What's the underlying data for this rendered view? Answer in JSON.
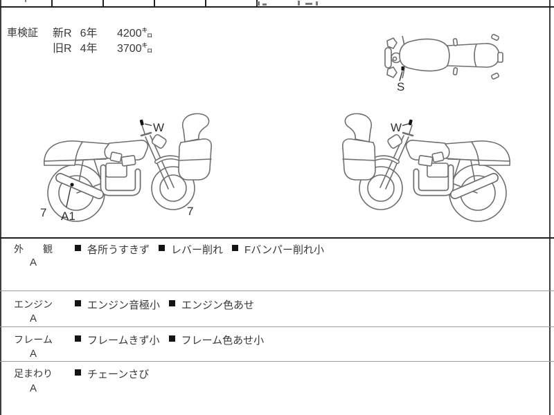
{
  "colors": {
    "frame_border": "#3d3d3d",
    "rule_thick": "#1f1f1f",
    "rule_thin": "#9b9b9b",
    "line_art": "#6e6e6e",
    "text": "#383838",
    "marker": "#141414"
  },
  "shaken_certificate": {
    "title": "車検証",
    "entries": [
      {
        "era": "新R",
        "years": "6年",
        "mileage": "4200㌔"
      },
      {
        "era": "旧R",
        "years": "4年",
        "mileage": "3700㌔"
      }
    ]
  },
  "diagram": {
    "top_view_marker": "S",
    "left_bike": {
      "mirror": "W",
      "rear_wheel": "7",
      "exhaust": "A1",
      "front_wheel": "7"
    },
    "right_bike": {
      "mirror": "W"
    }
  },
  "inspection": {
    "rows": [
      {
        "category": "外　観",
        "grade": "A",
        "items": [
          "各所うすきず",
          "レバー削れ",
          "Fバンパー削れ小"
        ]
      },
      {
        "category": "エンジン",
        "grade": "A",
        "items": [
          "エンジン音極小",
          "エンジン色あせ"
        ]
      },
      {
        "category": "フレーム",
        "grade": "A",
        "items": [
          "フレームきず小",
          "フレーム色あせ小"
        ]
      },
      {
        "category": "足まわり",
        "grade": "A",
        "items": [
          "チェーンさび"
        ]
      }
    ]
  }
}
